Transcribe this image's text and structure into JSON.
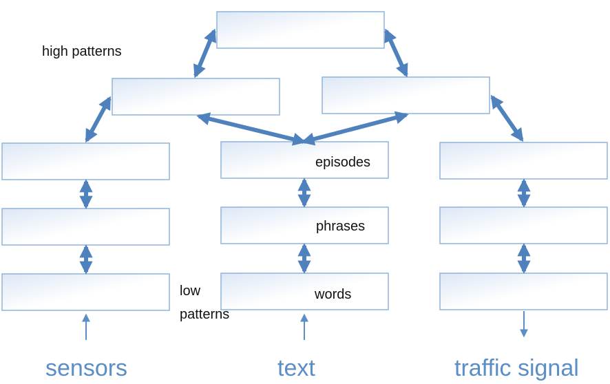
{
  "labels": {
    "high_patterns": "high patterns",
    "low_patterns_line1": "low",
    "low_patterns_line2": "patterns",
    "episodes": "episodes",
    "phrases": "phrases",
    "words": "words"
  },
  "columns": {
    "sensors": "sensors",
    "text": "text",
    "traffic_signal": "traffic signal"
  },
  "colors": {
    "box_border": "#8fb3d9",
    "box_fill_light": "#ffffff",
    "box_fill_tint": "#dce7f5",
    "arrow": "#4f81bd",
    "label_blue": "#5a8ec4"
  }
}
